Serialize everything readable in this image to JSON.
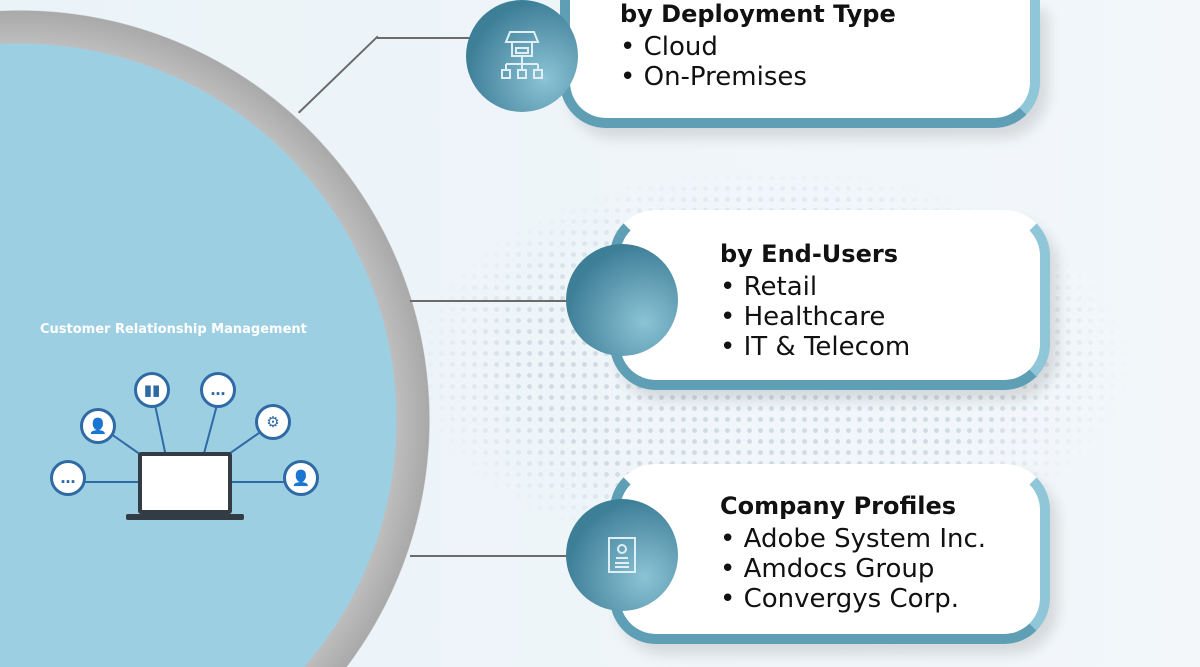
{
  "crm": {
    "title": "Customer Relationship Management"
  },
  "segments": [
    {
      "heading": "by Deployment Type",
      "items": [
        "Cloud",
        "On-Premises"
      ],
      "icon": "storefront-network-icon"
    },
    {
      "heading": "by End-Users",
      "items": [
        "Retail",
        "Healthcare",
        "IT & Telecom"
      ],
      "icon": "none"
    },
    {
      "heading": "Company Profiles",
      "items": [
        "Adobe System Inc.",
        "Amdocs Group",
        "Convergys Corp."
      ],
      "icon": "profile-document-icon"
    }
  ]
}
